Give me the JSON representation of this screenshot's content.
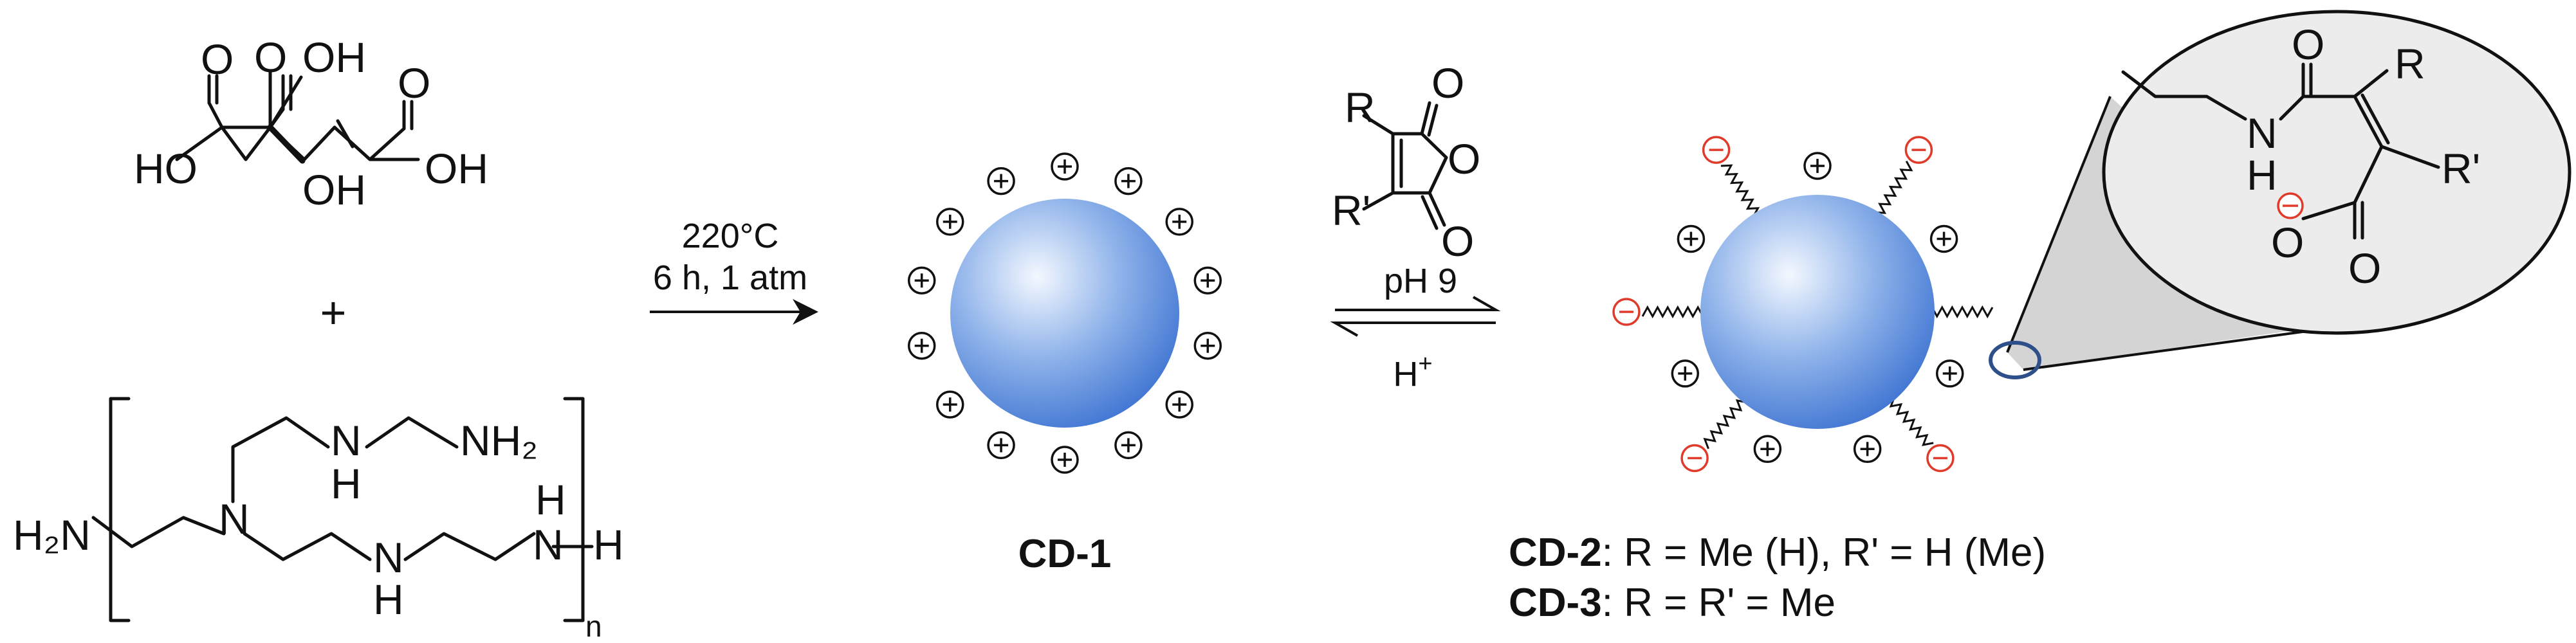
{
  "citric_acid": {
    "atoms": [
      "O",
      "OH",
      "O",
      "O",
      "HO",
      "OH",
      "OH"
    ]
  },
  "plus_sign": "+",
  "polymer": {
    "end_left": "H₂N",
    "end_right": "H",
    "repeat_subscript": "n",
    "atoms": [
      "N",
      "N",
      "NH₂",
      "H",
      "N",
      "H",
      "N",
      "H",
      "H"
    ]
  },
  "step1": {
    "temperature": "220°C",
    "conditions": "6 h, 1 atm"
  },
  "cd1": {
    "label": "CD-1"
  },
  "anhydride": {
    "atoms": [
      "R",
      "R'",
      "O",
      "O",
      "O"
    ]
  },
  "step2": {
    "forward": "pH 9",
    "reverse_base": "H",
    "reverse_sup": "+"
  },
  "inset": {
    "atoms": [
      "O",
      "R",
      "N",
      "H",
      "R'",
      "O",
      "O"
    ]
  },
  "products": [
    {
      "name": "CD-2",
      "definition": ": R = Me (H), R' = H (Me)"
    },
    {
      "name": "CD-3",
      "definition": ": R = R' = Me"
    }
  ],
  "colors": {
    "sphere_light": "#f4f8ff",
    "sphere_mid": "#8fb3ea",
    "sphere_dark": "#3f74d2",
    "negative_charge": "#e03a2a",
    "inset_fill": "#ececec",
    "cone_fill": "#d4d4d4",
    "highlight_ring": "#2d4f8a"
  },
  "icons": {
    "positive": "plus-in-circle-icon",
    "negative": "minus-in-circle-icon"
  }
}
